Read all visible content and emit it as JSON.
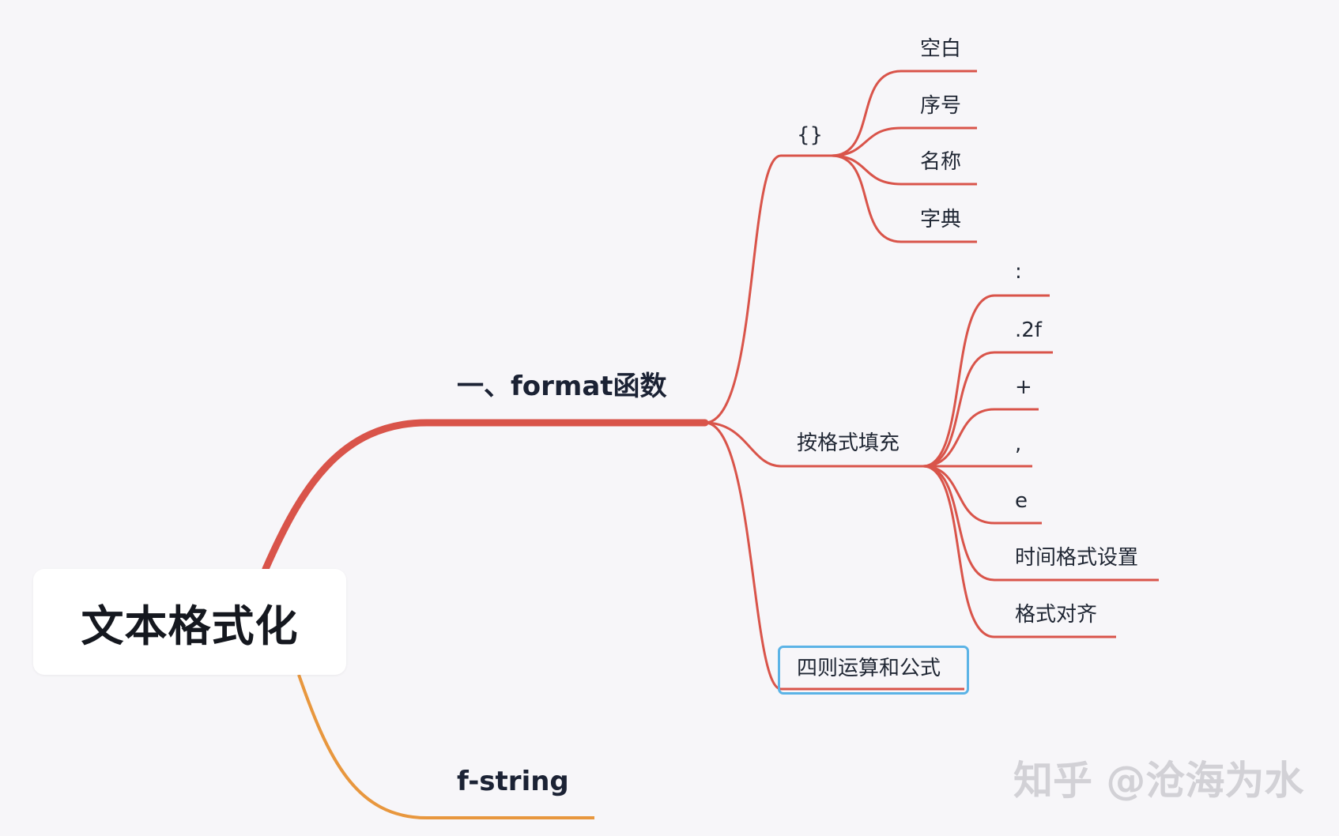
{
  "root": {
    "label": "文本格式化"
  },
  "branches": [
    {
      "label": "一、format函数",
      "color": "#d9544a",
      "children": [
        {
          "label": "{}",
          "children": [
            "空白",
            "序号",
            "名称",
            "字典"
          ]
        },
        {
          "label": "按格式填充",
          "children": [
            ":",
            ".2f",
            "+",
            ",",
            "e",
            "时间格式设置",
            "格式对齐"
          ]
        },
        {
          "label": "四则运算和公式",
          "selected": true,
          "children": []
        }
      ]
    },
    {
      "label": "f-string",
      "color": "#e8973e",
      "children": []
    }
  ],
  "watermark": "知乎 @沧海为水",
  "colors": {
    "background": "#f7f6f9",
    "branch_red": "#d9544a",
    "branch_orange": "#e8973e",
    "selection": "#5bb3e6"
  }
}
